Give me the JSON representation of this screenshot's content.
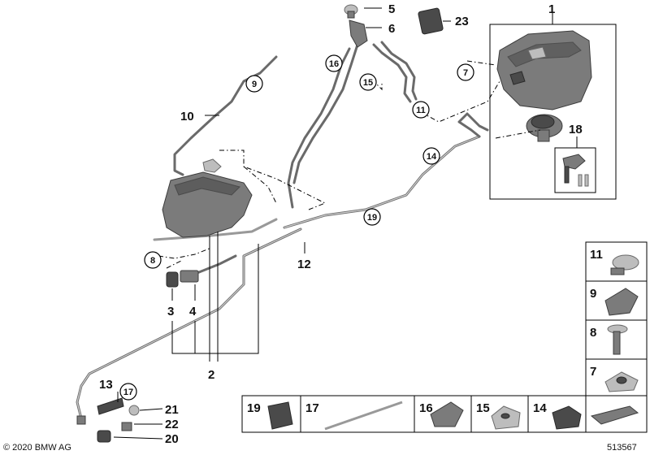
{
  "copyright": "© 2020 BMW AG",
  "diagram_number": "513567",
  "callouts": {
    "c1": "1",
    "c2": "2",
    "c3": "3",
    "c4": "4",
    "c5": "5",
    "c6": "6",
    "c7": "7",
    "c8": "8",
    "c9": "9",
    "c10": "10",
    "c11": "11",
    "c12": "12",
    "c13": "13",
    "c14": "14",
    "c15": "15",
    "c16": "16",
    "c17": "17",
    "c18": "18",
    "c19": "19",
    "c20": "20",
    "c21": "21",
    "c22": "22",
    "c23": "23"
  },
  "legend_side": {
    "l11": "11",
    "l9": "9",
    "l8": "8",
    "l7": "7"
  },
  "legend_bottom": {
    "l19": "19",
    "l17": "17",
    "l16": "16",
    "l15": "15",
    "l14": "14"
  }
}
